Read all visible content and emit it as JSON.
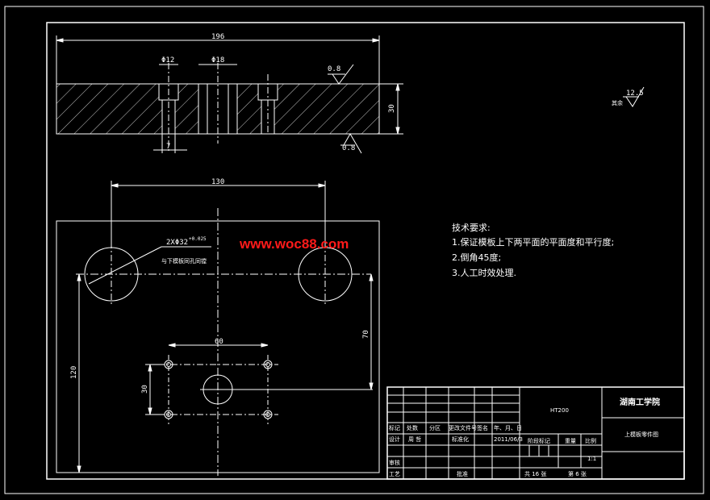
{
  "colors": {
    "background": "#000000",
    "lines": "#ffffff",
    "watermark": "#ff1a1a"
  },
  "top_view": {
    "dim_width": "196",
    "dim_hole_left": "Φ12",
    "dim_hole_center": "Φ18",
    "dim_thickness": "30",
    "dim_counterbore": "7",
    "roughness_top": "0.8",
    "roughness_bottom": "0.8"
  },
  "plan_view": {
    "dim_hole_spacing": "130",
    "hole_callout": "2XΦ32",
    "hole_tolerance": "+0.025",
    "hole_note": "与下模板同孔同镗",
    "dim_vertical_70": "70",
    "dim_vertical_120": "120",
    "dim_small_holes_x": "60",
    "dim_small_holes_y": "30"
  },
  "other_roughness": {
    "label": "其余",
    "value": "12.5"
  },
  "watermark": "www.woc88.com",
  "tech_requirements": {
    "title": "技术要求:",
    "items": [
      "1.保证模板上下两平面的平面度和平行度;",
      "2.倒角45度;",
      "3.人工时效处理."
    ]
  },
  "title_block": {
    "material": "HT200",
    "school": "湖南工学院",
    "drawing_name": "上模板零件图",
    "headers": [
      "标记",
      "处数",
      "分区",
      "更改文件号",
      "签名",
      "年、月、日"
    ],
    "design_label": "设计",
    "designer": "周 哲",
    "std_label": "标准化",
    "date": "2011/06/3",
    "stage_label": "阶段标记",
    "weight_label": "重量",
    "scale_label": "比例",
    "scale": "1:1",
    "review_label": "审核",
    "process_label": "工艺",
    "approve_label": "批准",
    "sheets_total": "共 16 张",
    "sheet_no": "第 6 张"
  }
}
